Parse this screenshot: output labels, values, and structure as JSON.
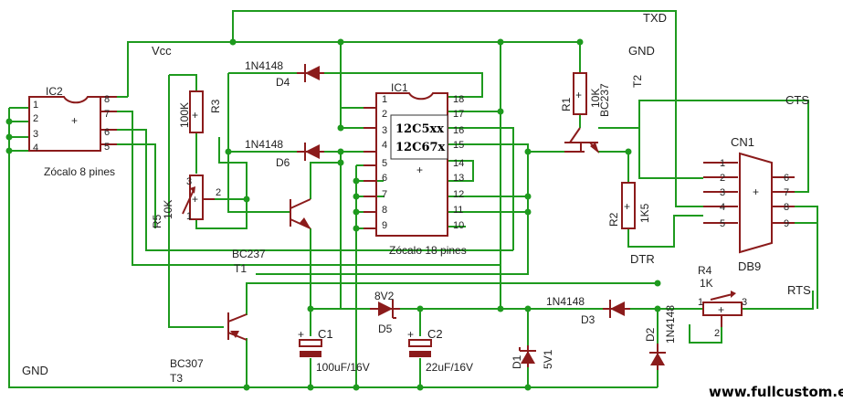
{
  "nets": {
    "txd": "TXD",
    "gnd_top": "GND",
    "vcc": "Vcc",
    "cts": "CTS",
    "dtr": "DTR",
    "rts": "RTS",
    "gnd_left": "GND"
  },
  "ic2": {
    "ref": "IC2",
    "desc": "Zócalo 8 pines",
    "pins_left": [
      "1",
      "2",
      "3",
      "4"
    ],
    "pins_right": [
      "8",
      "7",
      "6",
      "5"
    ]
  },
  "ic1": {
    "ref": "IC1",
    "part1": "12C5xx",
    "part2": "12C67x",
    "desc": "Zócalo 18 pines",
    "pins_left": [
      "1",
      "2",
      "3",
      "4",
      "5",
      "6",
      "7",
      "8",
      "9"
    ],
    "pins_right": [
      "18",
      "17",
      "16",
      "15",
      "14",
      "13",
      "12",
      "11",
      "10"
    ]
  },
  "cn1": {
    "ref": "CN1",
    "desc": "DB9",
    "pins_left": [
      "1",
      "2",
      "3",
      "4",
      "5"
    ],
    "pins_right": [
      "6",
      "7",
      "8",
      "9"
    ]
  },
  "d4": {
    "part": "1N4148",
    "ref": "D4"
  },
  "d6": {
    "part": "1N4148",
    "ref": "D6"
  },
  "d3": {
    "part": "1N4148",
    "ref": "D3"
  },
  "d2": {
    "part": "1N4148",
    "ref": "D2"
  },
  "d5": {
    "part": "8V2",
    "ref": "D5"
  },
  "d1": {
    "part": "5V1",
    "ref": "D1"
  },
  "r3": {
    "value": "100K",
    "ref": "R3"
  },
  "r5": {
    "value": "10K",
    "ref": "R5",
    "pins": [
      "3",
      "2",
      "1"
    ]
  },
  "r1": {
    "value": "10K",
    "ref": "R1"
  },
  "r2": {
    "value": "1K5",
    "ref": "R2"
  },
  "r4": {
    "value": "1K",
    "ref": "R4",
    "pins": [
      "1",
      "2",
      "3"
    ]
  },
  "t1": {
    "part": "BC237",
    "ref": "T1"
  },
  "t2": {
    "part": "BC237",
    "ref": "T2"
  },
  "t3": {
    "part": "BC307",
    "ref": "T3"
  },
  "c1": {
    "ref": "C1",
    "value": "100uF/16V"
  },
  "c2": {
    "ref": "C2",
    "value": "22uF/16V"
  },
  "watermark": "www.fullcustom.es"
}
